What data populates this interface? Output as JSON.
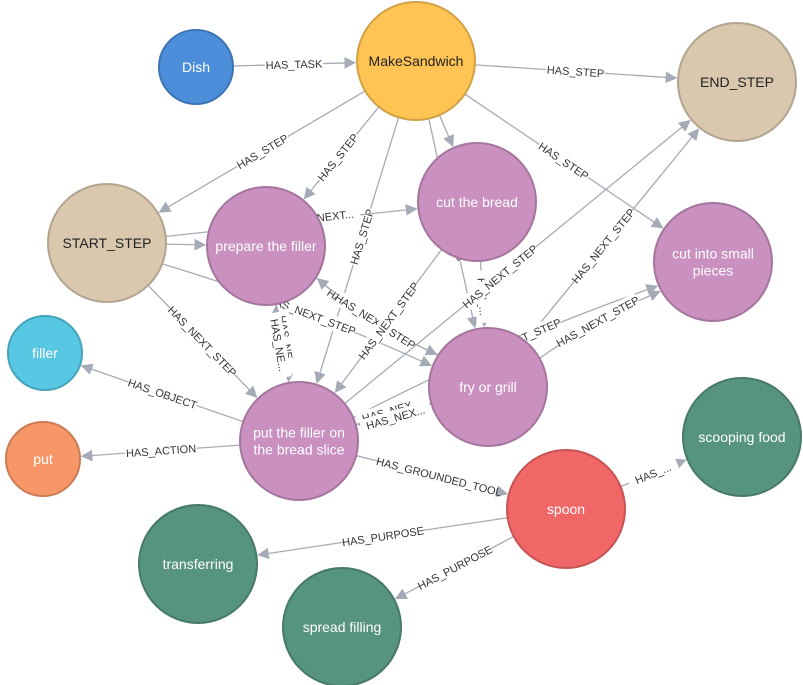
{
  "colors": {
    "edge": "#a5abb6",
    "dish": "#4c8eda",
    "task": "#ffc454",
    "terminal_step": "#d9c8ae",
    "step": "#c990c0",
    "object": "#57c7e3",
    "action": "#f79767",
    "tool": "#f16667",
    "purpose": "#569480"
  },
  "nodes": [
    {
      "id": "dish",
      "label": [
        "Dish"
      ],
      "kind": "dish"
    },
    {
      "id": "make",
      "label": [
        "MakeSandwich"
      ],
      "kind": "task"
    },
    {
      "id": "end",
      "label": [
        "END_STEP"
      ],
      "kind": "terminal_step"
    },
    {
      "id": "start",
      "label": [
        "START_STEP"
      ],
      "kind": "terminal_step"
    },
    {
      "id": "prep",
      "label": [
        "prepare the filler"
      ],
      "kind": "step"
    },
    {
      "id": "cut",
      "label": [
        "cut the bread"
      ],
      "kind": "step"
    },
    {
      "id": "small",
      "label": [
        "cut into small",
        "pieces"
      ],
      "kind": "step"
    },
    {
      "id": "fry",
      "label": [
        "fry or grill"
      ],
      "kind": "step"
    },
    {
      "id": "putf",
      "label": [
        "put the filler on",
        "the bread slice"
      ],
      "kind": "step"
    },
    {
      "id": "filler",
      "label": [
        "filler"
      ],
      "kind": "object"
    },
    {
      "id": "put",
      "label": [
        "put"
      ],
      "kind": "action"
    },
    {
      "id": "spoon",
      "label": [
        "spoon"
      ],
      "kind": "tool"
    },
    {
      "id": "scoop",
      "label": [
        "scooping food"
      ],
      "kind": "purpose"
    },
    {
      "id": "transfer",
      "label": [
        "transferring"
      ],
      "kind": "purpose"
    },
    {
      "id": "spread",
      "label": [
        "spread filling"
      ],
      "kind": "purpose"
    }
  ],
  "edges": [
    {
      "id": "e1",
      "from": "dish",
      "to": "make",
      "label": "HAS_TASK"
    },
    {
      "id": "e2",
      "from": "make",
      "to": "end",
      "label": "HAS_STEP"
    },
    {
      "id": "e3",
      "from": "make",
      "to": "start",
      "label": "HAS_STEP"
    },
    {
      "id": "e4",
      "from": "make",
      "to": "prep",
      "label": "HAS_STEP"
    },
    {
      "id": "e5",
      "from": "make",
      "to": "cut",
      "label": ""
    },
    {
      "id": "e6",
      "from": "make",
      "to": "small",
      "label": "HAS_STEP"
    },
    {
      "id": "e7",
      "from": "make",
      "to": "fry",
      "label": "HAS_STEP"
    },
    {
      "id": "e8",
      "from": "make",
      "to": "putf",
      "label": "HAS_STEP"
    },
    {
      "id": "e9",
      "from": "start",
      "to": "prep",
      "label": ""
    },
    {
      "id": "e10",
      "from": "start",
      "to": "cut",
      "label": "HAS_NEXT..."
    },
    {
      "id": "e11",
      "from": "start",
      "to": "fry",
      "label": "HAS_NEXT_STEP"
    },
    {
      "id": "e12",
      "from": "start",
      "to": "putf",
      "label": "HAS_NEXT_STEP"
    },
    {
      "id": "e13",
      "from": "prep",
      "to": "fry",
      "label": "HAS_NEXT_STEP"
    },
    {
      "id": "e14",
      "from": "prep",
      "to": "putf",
      "label": "HAS_NE..."
    },
    {
      "id": "e15",
      "from": "putf",
      "to": "prep",
      "label": "HAS_NE..."
    },
    {
      "id": "e16",
      "from": "fry",
      "to": "prep",
      "label": "HAS_NEXT_STEP"
    },
    {
      "id": "e17",
      "from": "cut",
      "to": "putf",
      "label": "HAS_NEXT_STEP"
    },
    {
      "id": "e18",
      "from": "cut",
      "to": "fry",
      "label": "HAS_..."
    },
    {
      "id": "e19",
      "from": "putf",
      "to": "end",
      "label": "HAS_NEXT_STEP"
    },
    {
      "id": "e20",
      "from": "fry",
      "to": "end",
      "label": "HAS_NEXT_STEP"
    },
    {
      "id": "e21",
      "from": "putf",
      "to": "small",
      "label": "HAS_NEXT_STEP"
    },
    {
      "id": "e22",
      "from": "fry",
      "to": "small",
      "label": "HAS_NEXT_STEP"
    },
    {
      "id": "e23",
      "from": "putf",
      "to": "fry",
      "label": "HAS_NEX..."
    },
    {
      "id": "e24",
      "from": "fry",
      "to": "putf",
      "label": "HAS_NEX..."
    },
    {
      "id": "e25",
      "from": "putf",
      "to": "filler",
      "label": "HAS_OBJECT"
    },
    {
      "id": "e26",
      "from": "putf",
      "to": "put",
      "label": "HAS_ACTION"
    },
    {
      "id": "e27",
      "from": "putf",
      "to": "spoon",
      "label": "HAS_GROUNDED_TOOL"
    },
    {
      "id": "e28",
      "from": "spoon",
      "to": "scoop",
      "label": "HAS_..."
    },
    {
      "id": "e29",
      "from": "spoon",
      "to": "transfer",
      "label": "HAS_PURPOSE"
    },
    {
      "id": "e30",
      "from": "spoon",
      "to": "spread",
      "label": "HAS_PURPOSE"
    }
  ]
}
